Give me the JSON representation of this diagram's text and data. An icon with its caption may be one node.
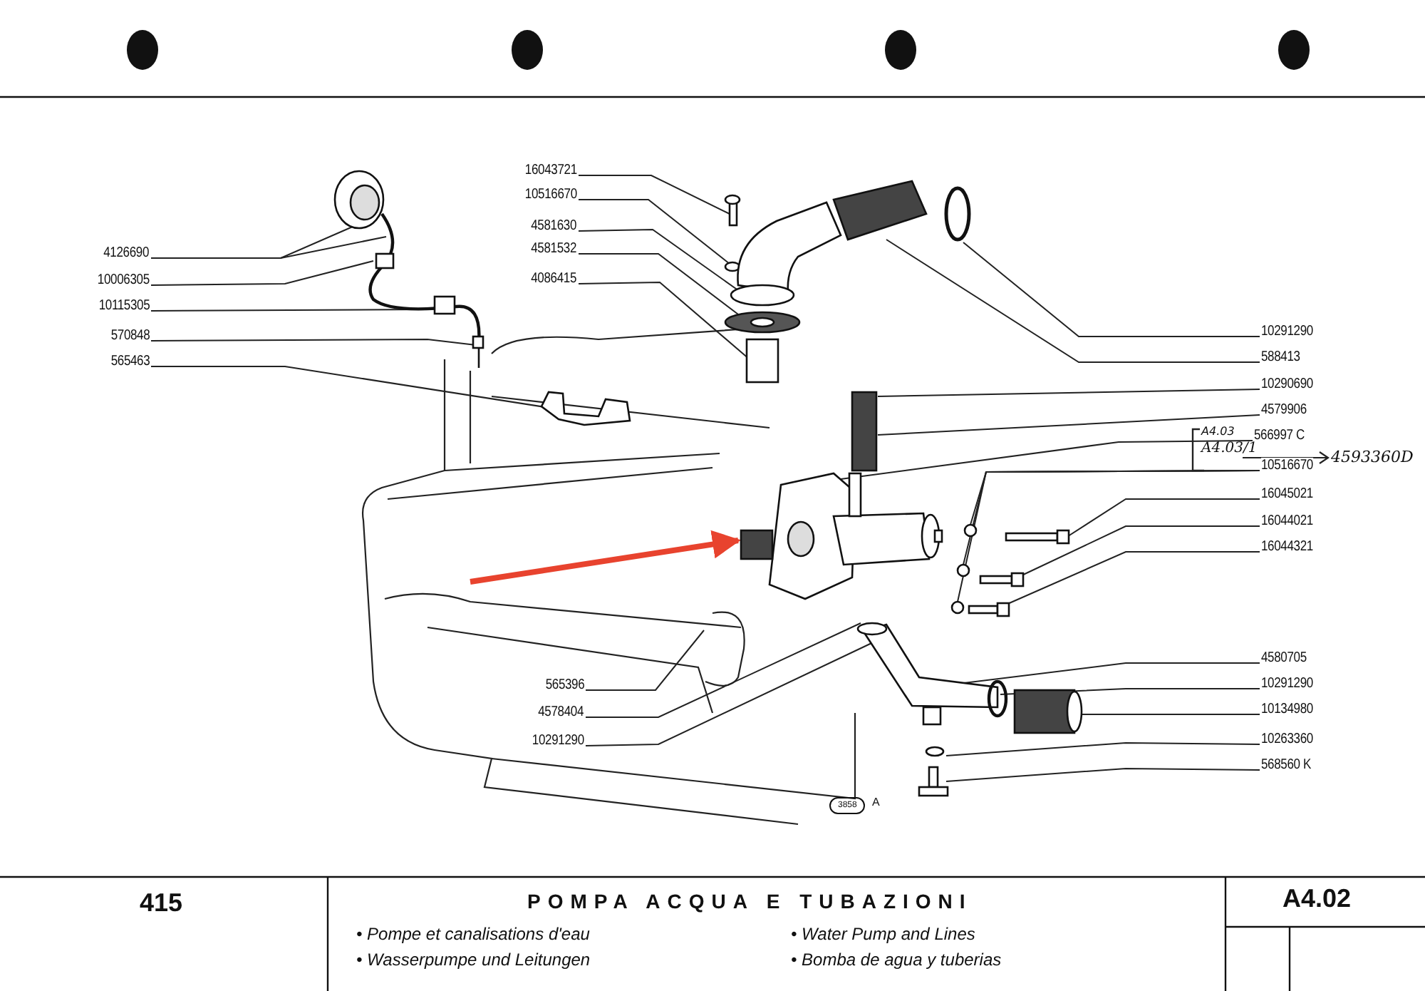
{
  "diagram": {
    "title": "POMPA ACQUA E TUBAZIONI",
    "nodes": [
      {
        "text": [
          "4126690"
        ]
      },
      {
        "text": [
          "10006305"
        ]
      },
      {
        "text": [
          "10115305"
        ]
      },
      {
        "text": [
          "570848"
        ]
      },
      {
        "text": [
          "565463"
        ]
      },
      {
        "text": [
          "16043721"
        ]
      },
      {
        "text": [
          "10516670"
        ]
      },
      {
        "text": [
          "4581630"
        ]
      },
      {
        "text": [
          "4581532"
        ]
      },
      {
        "text": [
          "4086415"
        ]
      },
      {
        "text": [
          "10291290"
        ]
      },
      {
        "text": [
          "588413"
        ]
      },
      {
        "text": [
          "10290690"
        ]
      },
      {
        "text": [
          "4579906"
        ]
      },
      {
        "text": [
          "566997 C"
        ]
      },
      {
        "text": [
          "10516670"
        ]
      },
      {
        "text": [
          "16045021"
        ]
      },
      {
        "text": [
          "16044021"
        ]
      },
      {
        "text": [
          "16044321"
        ]
      },
      {
        "text": [
          "4580705"
        ]
      },
      {
        "text": [
          "10291290"
        ]
      },
      {
        "text": [
          "10134980"
        ]
      },
      {
        "text": [
          "10263360"
        ]
      },
      {
        "text": [
          "568560 K"
        ]
      },
      {
        "text": [
          "565396"
        ]
      },
      {
        "text": [
          "4578404"
        ]
      },
      {
        "text": [
          "10291290"
        ]
      },
      {
        "text": [],
        "shape": "picture"
      },
      {
        "text": [],
        "shape": "picture"
      },
      {
        "text": [],
        "shape": "box"
      },
      {
        "text": [],
        "shape": "picture"
      },
      {
        "text": [],
        "shape": "picture"
      },
      {
        "text": [],
        "shape": "picture"
      },
      {
        "text": [],
        "shape": "picture"
      }
    ],
    "edges": [
      {
        "from": 0,
        "to": 31,
        "arrow": "none"
      },
      {
        "from": 0,
        "to": 31,
        "arrow": "none"
      },
      {
        "from": 1,
        "to": 31,
        "arrow": "none"
      },
      {
        "from": 2,
        "to": 31,
        "arrow": "none"
      },
      {
        "from": 3,
        "to": 31,
        "arrow": "none"
      },
      {
        "from": 4,
        "to": 32,
        "arrow": "none"
      },
      {
        "from": 5,
        "to": 30,
        "arrow": "none"
      },
      {
        "from": 6,
        "to": 30,
        "arrow": "none"
      },
      {
        "from": 7,
        "to": 30,
        "arrow": "none"
      },
      {
        "from": 8,
        "to": 30,
        "arrow": "none"
      },
      {
        "from": 9,
        "to": 30,
        "arrow": "none"
      },
      {
        "from": 10,
        "to": 30,
        "arrow": "none"
      },
      {
        "from": 11,
        "to": 30,
        "arrow": "none"
      },
      {
        "from": 12,
        "to": 29,
        "arrow": "none"
      },
      {
        "from": 13,
        "to": 29,
        "arrow": "none"
      },
      {
        "from": 14,
        "to": 27,
        "arrow": "none"
      },
      {
        "from": 15,
        "to": 28,
        "arrow": "none"
      },
      {
        "from": 15,
        "to": 28,
        "arrow": "none"
      },
      {
        "from": 15,
        "to": 28,
        "arrow": "none"
      },
      {
        "from": 16,
        "to": 28,
        "arrow": "none"
      },
      {
        "from": 17,
        "to": 28,
        "arrow": "none"
      },
      {
        "from": 18,
        "to": 28,
        "arrow": "none"
      },
      {
        "from": 19,
        "to": 33,
        "arrow": "none"
      },
      {
        "from": 20,
        "to": 33,
        "arrow": "none"
      },
      {
        "from": 21,
        "to": 33,
        "arrow": "none"
      },
      {
        "from": 22,
        "to": 33,
        "arrow": "none"
      },
      {
        "from": 23,
        "to": 33,
        "arrow": "none"
      },
      {
        "from": 24,
        "to": null,
        "arrow": "none"
      },
      {
        "from": 25,
        "to": 33,
        "arrow": "none"
      },
      {
        "from": 26,
        "to": 33,
        "arrow": "none"
      },
      {
        "from": null,
        "to": 27,
        "arrow": "to",
        "style": "thick",
        "color": "#e8432e"
      }
    ],
    "labels": [
      "A4.03",
      "A4.03/1",
      "4593360D",
      "3858",
      "A",
      "415",
      "A4.02",
      "• Pompe et canalisations d'eau",
      "• Water Pump and Lines",
      "• Wasserpumpe und Leitungen",
      "• Bomba de agua y tuberias"
    ]
  }
}
